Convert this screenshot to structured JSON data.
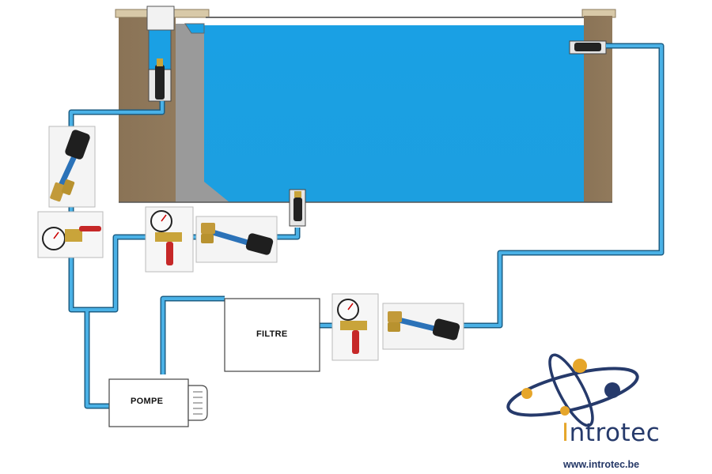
{
  "boxes": {
    "filter": "FILTRE",
    "pump": "POMPE"
  },
  "brand": {
    "name_first_letter": "I",
    "name_rest": "ntrotec",
    "url": "www.introtec.be"
  },
  "colors": {
    "water": "#1fa5e6",
    "wall": "#8c7558",
    "pipe": "#2a8cc4",
    "brand_navy": "#263a6b",
    "brand_gold": "#e6a62b"
  },
  "icons": [
    "pool-basin",
    "skimmer",
    "sensor-probe",
    "pressure-gauge",
    "valve-handle",
    "atom-logo"
  ]
}
